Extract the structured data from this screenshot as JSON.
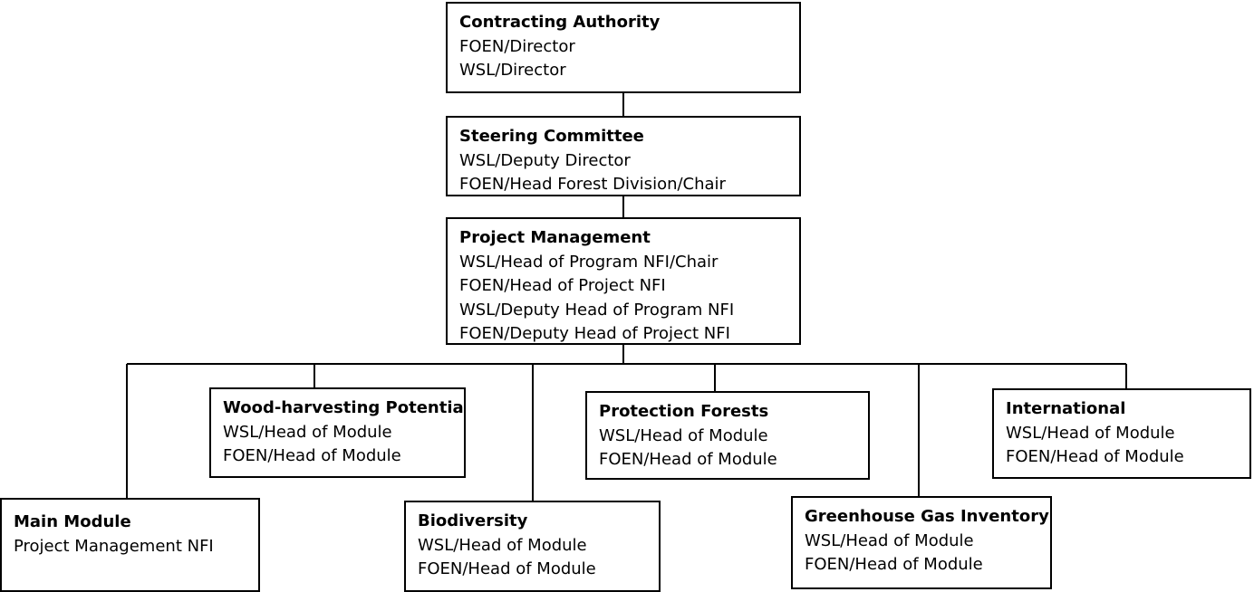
{
  "boxes": {
    "contracting": {
      "title": "Contracting Authority",
      "lines": [
        "FOEN/Director",
        "WSL/Director"
      ]
    },
    "steering": {
      "title": "Steering Committee",
      "lines": [
        "WSL/Deputy Director",
        "FOEN/Head Forest Division/Chair"
      ]
    },
    "project_management": {
      "title": "Project Management",
      "lines": [
        "WSL/Head of Program NFI/Chair",
        "FOEN/Head of Project NFI",
        "WSL/Deputy Head of Program NFI",
        "FOEN/Deputy Head of Project NFI"
      ]
    },
    "wood_harvesting": {
      "title": "Wood-harvesting Potential",
      "lines": [
        "WSL/Head of Module",
        "FOEN/Head of Module"
      ]
    },
    "protection_forests": {
      "title": "Protection Forests",
      "lines": [
        "WSL/Head of Module",
        "FOEN/Head of Module"
      ]
    },
    "international": {
      "title": "International",
      "lines": [
        "WSL/Head of Module",
        "FOEN/Head of Module"
      ]
    },
    "main_module": {
      "title": "Main Module",
      "lines": [
        "Project Management NFI"
      ]
    },
    "biodiversity": {
      "title": "Biodiversity",
      "lines": [
        "WSL/Head of Module",
        "FOEN/Head of Module"
      ]
    },
    "ghg_inventory": {
      "title": "Greenhouse Gas Inventory",
      "lines": [
        "WSL/Head of Module",
        "FOEN/Head of Module"
      ]
    }
  },
  "style": {
    "line_color": "#000000",
    "box_border_color": "#000000",
    "background": "#ffffff"
  }
}
